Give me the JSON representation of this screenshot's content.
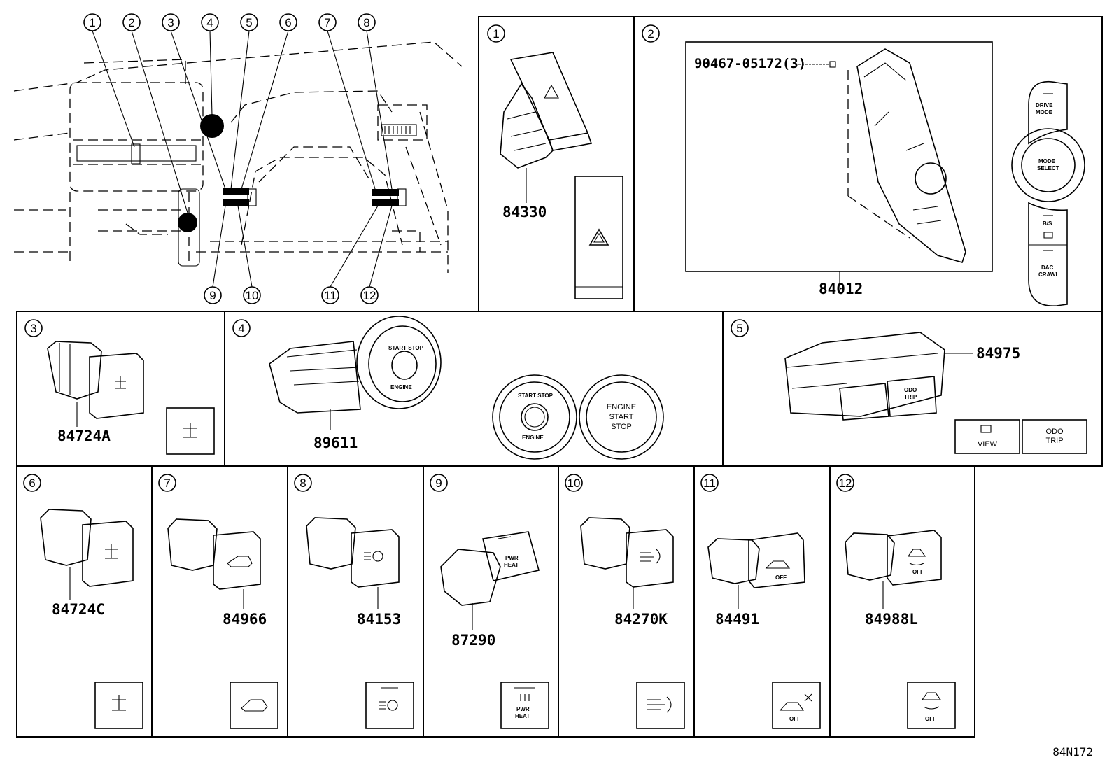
{
  "overview": {
    "callouts": [
      "1",
      "2",
      "3",
      "4",
      "5",
      "6",
      "7",
      "8",
      "9",
      "10",
      "11",
      "12"
    ]
  },
  "panels": [
    {
      "id": "1",
      "parts": [
        "84330"
      ]
    },
    {
      "id": "2",
      "parts": [
        "84012"
      ],
      "ref_part": "90467-05172(3)",
      "button_labels": {
        "drive_mode_1": "DRIVE",
        "drive_mode_2": "MODE",
        "mode_select_1": "MODE",
        "mode_select_2": "SELECT",
        "bts": "B/S",
        "dac_1": "DAC",
        "dac_2": "CRAWL"
      }
    },
    {
      "id": "3",
      "parts": [
        "84724A"
      ]
    },
    {
      "id": "4",
      "parts": [
        "89611"
      ],
      "button_labels": {
        "start_stop": "START STOP",
        "engine": "ENGINE",
        "b2_line1": "ENGINE",
        "b2_line2": "START",
        "b2_line3": "STOP"
      }
    },
    {
      "id": "5",
      "parts": [
        "84975"
      ],
      "button_labels": {
        "view": "VIEW",
        "odo": "ODO",
        "trip": "TRIP"
      }
    },
    {
      "id": "6",
      "parts": [
        "84724C"
      ]
    },
    {
      "id": "7",
      "parts": [
        "84966"
      ]
    },
    {
      "id": "8",
      "parts": [
        "84153"
      ]
    },
    {
      "id": "9",
      "parts": [
        "87290"
      ],
      "button_labels": {
        "pwr": "PWR",
        "heat": "HEAT"
      }
    },
    {
      "id": "10",
      "parts": [
        "84270K"
      ]
    },
    {
      "id": "11",
      "parts": [
        "84491"
      ],
      "button_labels": {
        "off": "OFF"
      }
    },
    {
      "id": "12",
      "parts": [
        "84988L"
      ],
      "button_labels": {
        "off": "OFF"
      }
    }
  ],
  "diagram_code": "84N172"
}
